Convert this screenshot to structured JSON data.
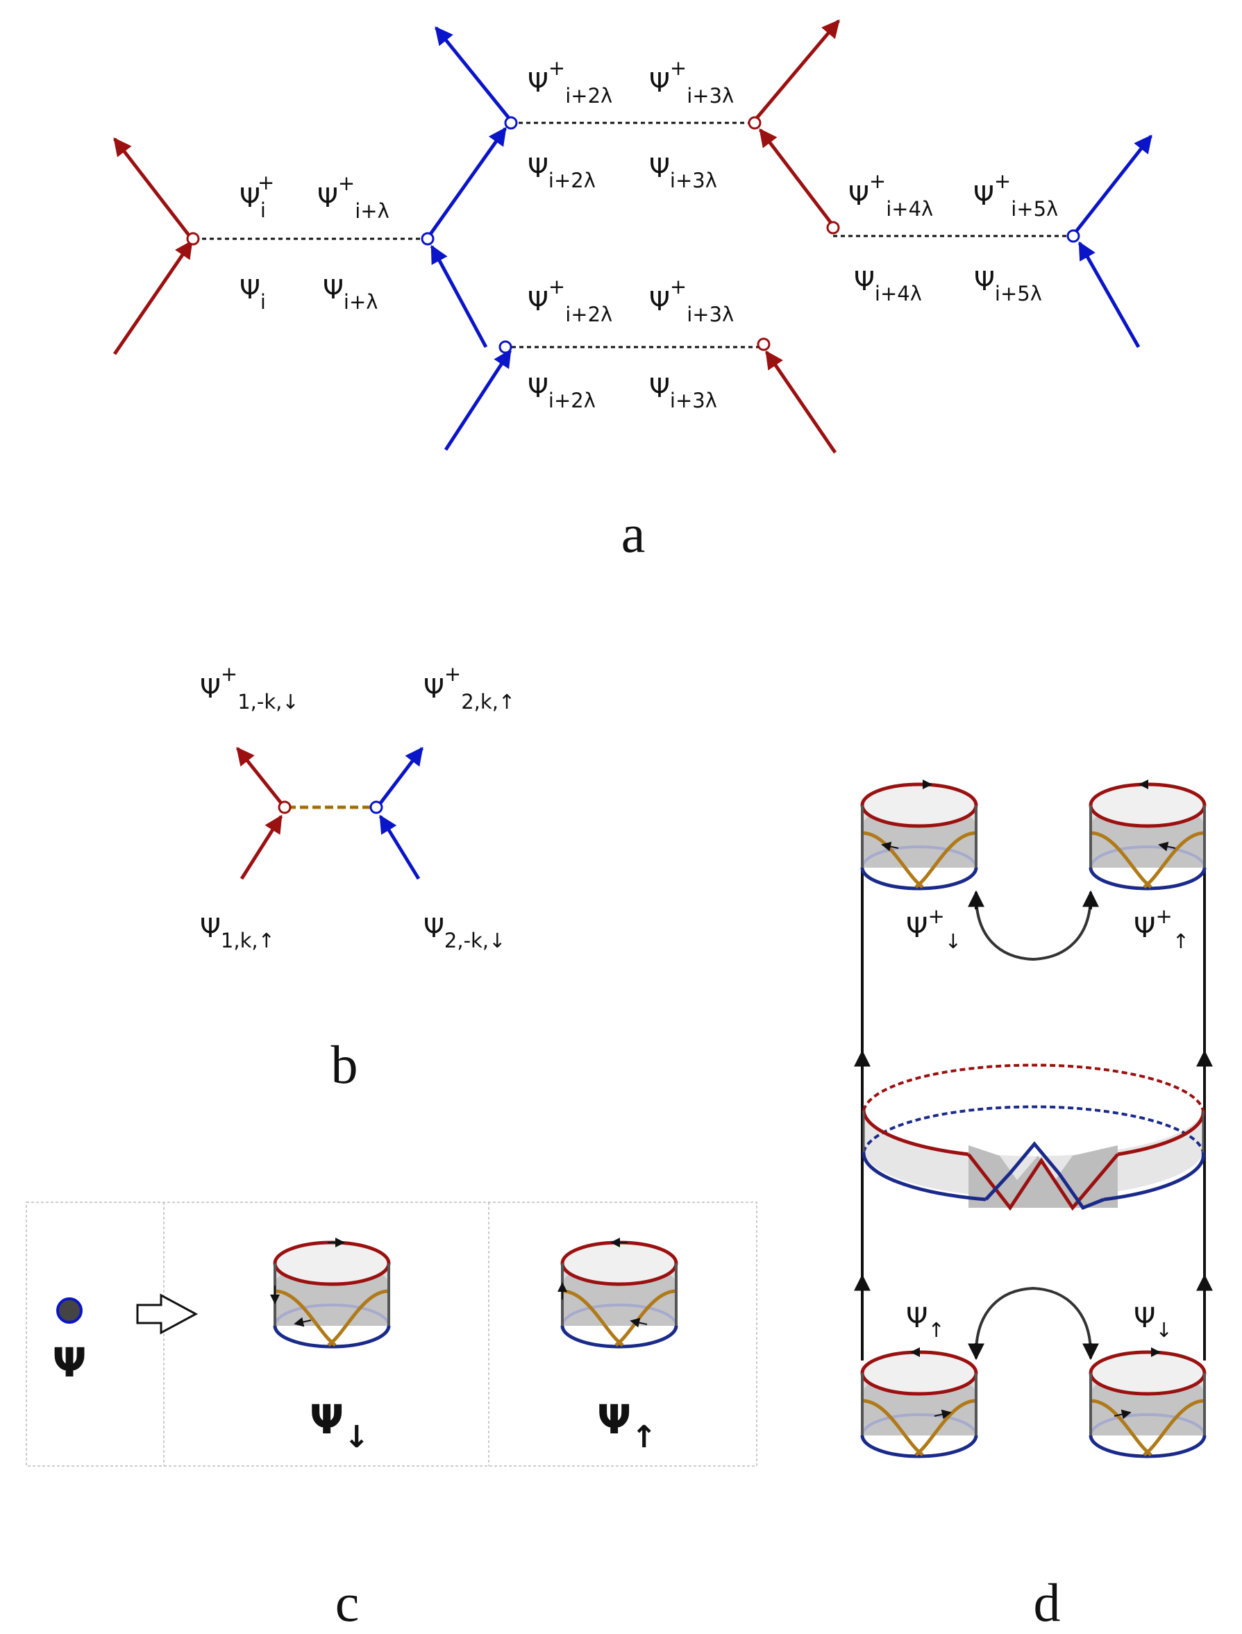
{
  "panels": {
    "a": {
      "caption": "a",
      "labels": {
        "v1_top_1": {
          "base": "Ψ",
          "sub": "i",
          "sup": "+"
        },
        "v1_top_2": {
          "base": "Ψ",
          "sub": "i+λ",
          "sup": "+"
        },
        "v1_bot_1": {
          "base": "Ψ",
          "sub": "i",
          "sup": ""
        },
        "v1_bot_2": {
          "base": "Ψ",
          "sub": "i+λ",
          "sup": ""
        },
        "up_top_1": {
          "base": "Ψ",
          "sub": "i+2λ",
          "sup": "+"
        },
        "up_top_2": {
          "base": "Ψ",
          "sub": "i+3λ",
          "sup": "+"
        },
        "up_bot_1": {
          "base": "Ψ",
          "sub": "i+2λ",
          "sup": ""
        },
        "up_bot_2": {
          "base": "Ψ",
          "sub": "i+3λ",
          "sup": ""
        },
        "lo_top_1": {
          "base": "Ψ",
          "sub": "i+2λ",
          "sup": "+"
        },
        "lo_top_2": {
          "base": "Ψ",
          "sub": "i+3λ",
          "sup": "+"
        },
        "lo_bot_1": {
          "base": "Ψ",
          "sub": "i+2λ",
          "sup": ""
        },
        "lo_bot_2": {
          "base": "Ψ",
          "sub": "i+3λ",
          "sup": ""
        },
        "r_top_1": {
          "base": "Ψ",
          "sub": "i+4λ",
          "sup": "+"
        },
        "r_top_2": {
          "base": "Ψ",
          "sub": "i+5λ",
          "sup": "+"
        },
        "r_bot_1": {
          "base": "Ψ",
          "sub": "i+4λ",
          "sup": ""
        },
        "r_bot_2": {
          "base": "Ψ",
          "sub": "i+5λ",
          "sup": ""
        }
      }
    },
    "b": {
      "caption": "b",
      "labels": {
        "top_left": {
          "base": "Ψ",
          "sub": "1,-k,↓",
          "sup": "+"
        },
        "top_right": {
          "base": "Ψ",
          "sub": "2,k,↑",
          "sup": "+"
        },
        "bot_left": {
          "base": "Ψ",
          "sub": "1,k,↑",
          "sup": ""
        },
        "bot_right": {
          "base": "Ψ",
          "sub": "2,-k,↓",
          "sup": ""
        }
      }
    },
    "c": {
      "caption": "c",
      "labels": {
        "particle": {
          "base": "Ψ",
          "sub": "",
          "sup": ""
        },
        "spin_down": {
          "base": "Ψ",
          "sub": "↓",
          "sup": ""
        },
        "spin_up": {
          "base": "Ψ",
          "sub": "↑",
          "sup": ""
        }
      }
    },
    "d": {
      "caption": "d",
      "labels": {
        "top_left": {
          "base": "Ψ",
          "sub": "↓",
          "sup": "+"
        },
        "top_right": {
          "base": "Ψ",
          "sub": "↑",
          "sup": "+"
        },
        "bot_left": {
          "base": "Ψ",
          "sub": "↑",
          "sup": ""
        },
        "bot_right": {
          "base": "Ψ",
          "sub": "↓",
          "sup": ""
        }
      }
    }
  },
  "colors": {
    "red": "#9b1010",
    "blue": "#0a14c8",
    "dark_blue": "#1a2a8a",
    "gold": "#b07a18",
    "gray_fill": "#c4c4c4",
    "black": "#111111"
  }
}
